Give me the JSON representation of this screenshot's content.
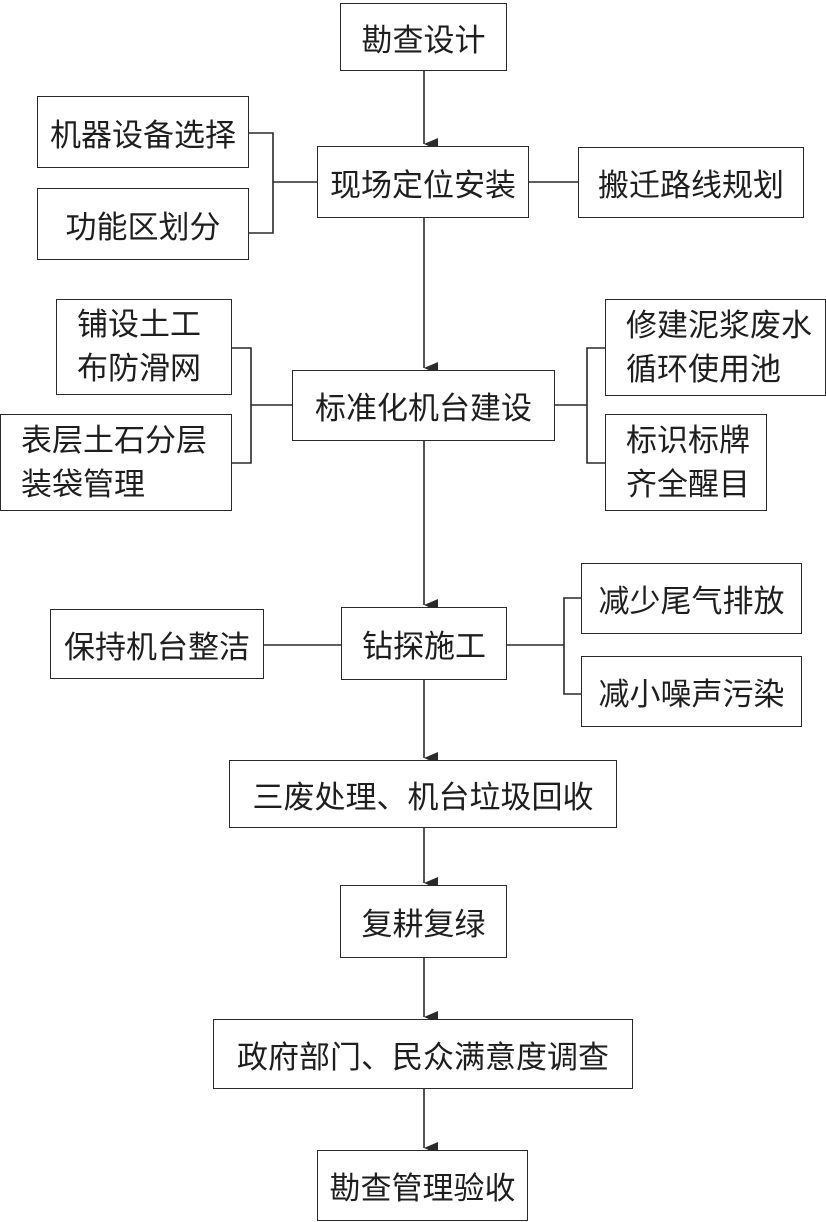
{
  "flowchart": {
    "main_steps": [
      "勘查设计",
      "现场定位安装",
      "标准化机台建设",
      "钻探施工",
      "三废处理、机台垃圾回收",
      "复耕复绿",
      "政府部门、民众满意度调查",
      "勘查管理验收"
    ],
    "installation": {
      "left": [
        "机器设备选择",
        "功能区划分"
      ],
      "right": "搬迁路线规划"
    },
    "platform_construction": {
      "left": [
        [
          "铺设土工",
          "布防滑网"
        ],
        [
          "表层土石分层",
          "装袋管理"
        ]
      ],
      "right": [
        [
          "修建泥浆废水",
          "循环使用池"
        ],
        [
          "标识标牌",
          "齐全醒目"
        ]
      ]
    },
    "drilling": {
      "left": "保持机台整洁",
      "right": [
        "减少尾气排放",
        "减小噪声污染"
      ]
    }
  }
}
